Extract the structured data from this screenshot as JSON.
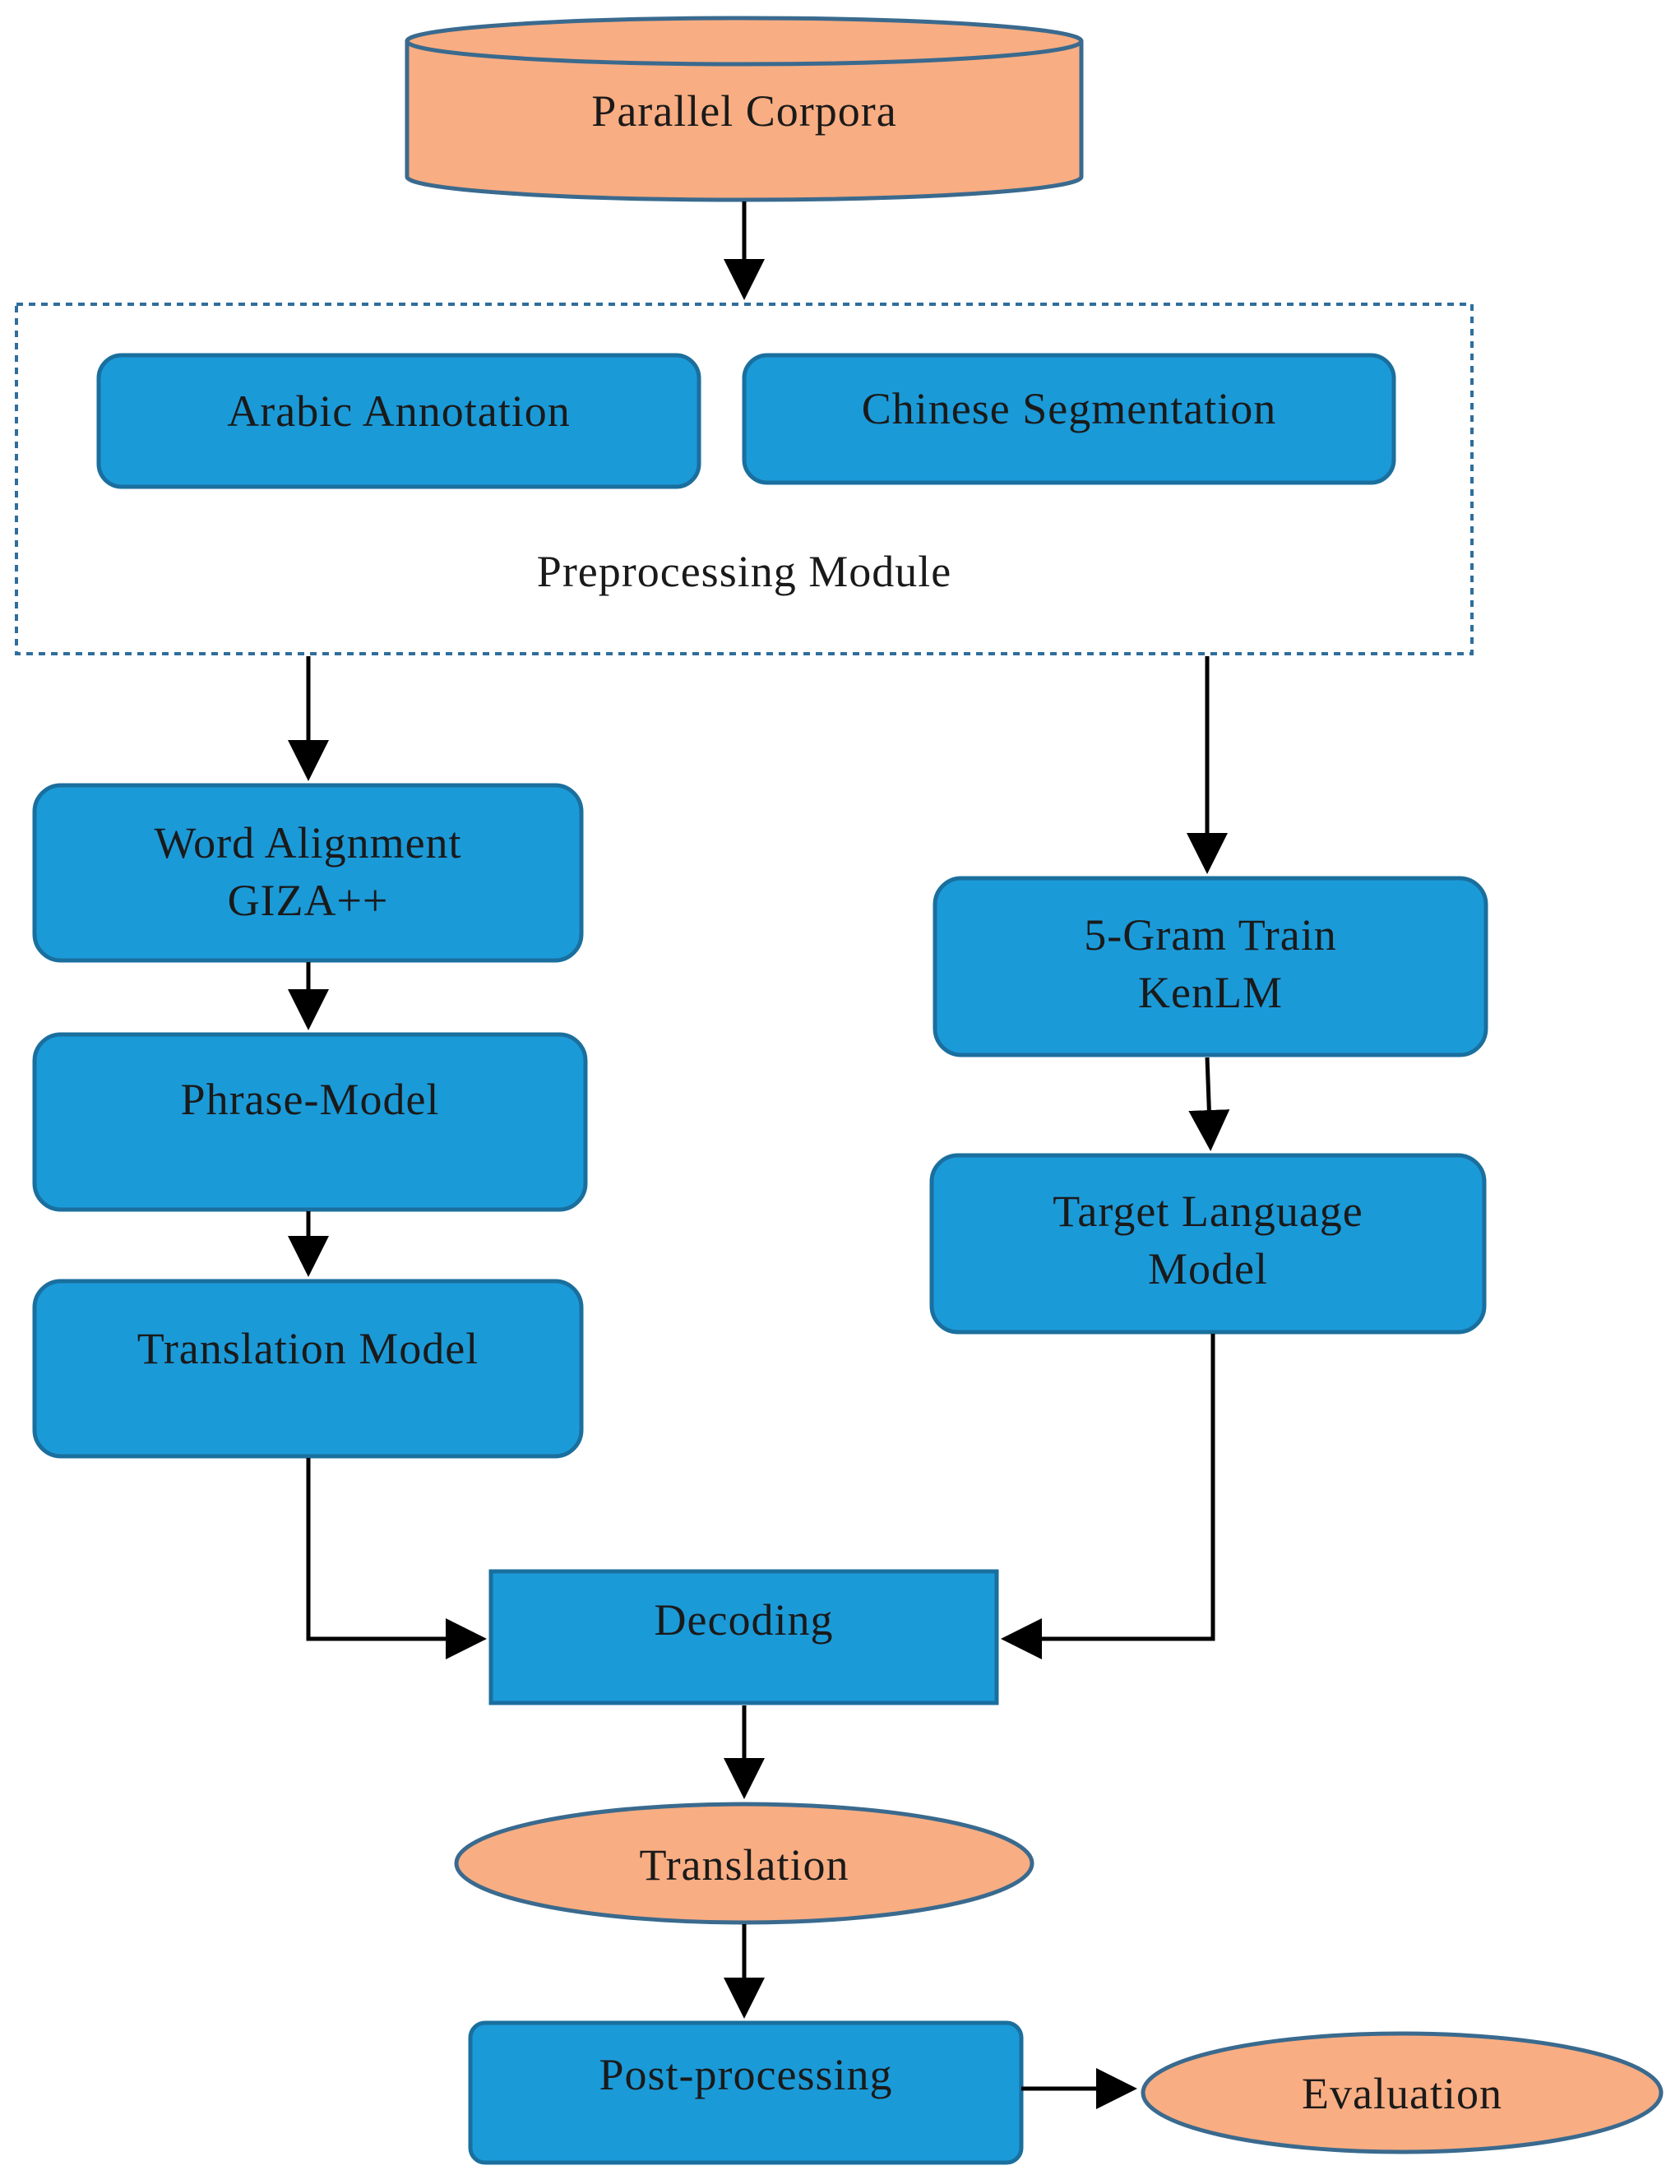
{
  "colors": {
    "box_fill": "#1b9ad8",
    "box_stroke": "#1a6f9e",
    "orange_fill": "#f9ad82",
    "orange_stroke": "#3a6a8e",
    "dotted_border": "#2f6e9c",
    "arrow": "#000000"
  },
  "nodes": {
    "parallel_corpora": "Parallel Corpora",
    "arabic_annotation": "Arabic Annotation",
    "chinese_segmentation": "Chinese Segmentation",
    "preprocessing_module": "Preprocessing Module",
    "word_alignment_line1": "Word Alignment",
    "word_alignment_line2": "GIZA++",
    "phrase_model": "Phrase-Model",
    "translation_model": "Translation Model",
    "five_gram_line1": "5-Gram Train",
    "five_gram_line2": "KenLM",
    "target_lm_line1": "Target Language",
    "target_lm_line2": "Model",
    "decoding": "Decoding",
    "translation": "Translation",
    "post_processing": "Post-processing",
    "evaluation": "Evaluation"
  }
}
